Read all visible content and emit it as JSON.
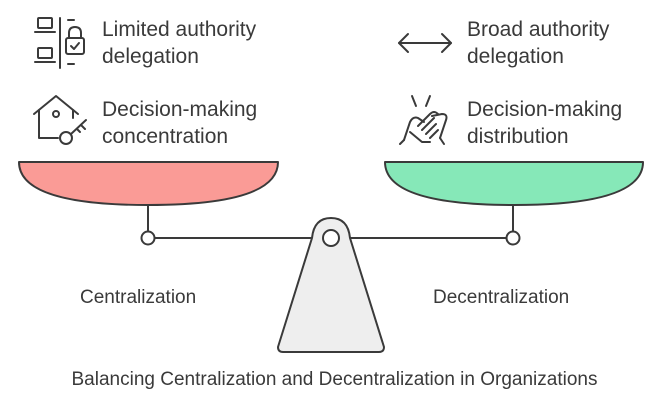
{
  "left_items": [
    {
      "icon": "laptop-lock-icon",
      "line1": "Limited authority",
      "line2": "delegation"
    },
    {
      "icon": "house-key-icon",
      "line1": "Decision-making",
      "line2": "concentration"
    }
  ],
  "right_items": [
    {
      "icon": "double-arrow-icon",
      "line1": "Broad authority",
      "line2": "delegation"
    },
    {
      "icon": "hands-together-icon",
      "line1": "Decision-making",
      "line2": "distribution"
    }
  ],
  "sides": {
    "left": "Centralization",
    "right": "Decentralization"
  },
  "caption": "Balancing Centralization and Decentralization in Organizations",
  "colors": {
    "left_pan": "#fa9b96",
    "right_pan": "#86e8b8",
    "stroke": "#3a3a3a",
    "fulcrum": "#eeeeee"
  }
}
